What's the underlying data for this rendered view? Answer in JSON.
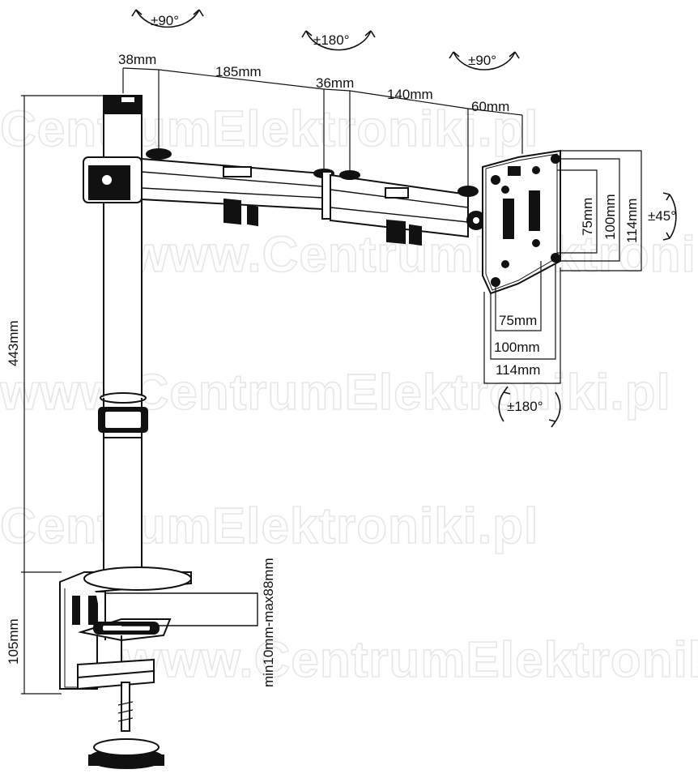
{
  "watermarks": [
    "CentrumElektroniki.pl",
    "www.CentrumElektroniki.pl",
    "www.CentrumElektroniki.pl",
    "CentrumElektroniki.pl",
    "www.CentrumElektroniki.pl"
  ],
  "rotations": {
    "pole_swivel": "±90°",
    "arm_swivel": "±180°",
    "head_swivel": "±90°",
    "tilt": "±45°",
    "rotation": "±180°"
  },
  "arm_dimensions": [
    "38mm",
    "185mm",
    "36mm",
    "140mm",
    "60mm"
  ],
  "vesa_vertical": [
    "75mm",
    "100mm",
    "114mm"
  ],
  "vesa_horizontal": [
    "75mm",
    "100mm",
    "114mm"
  ],
  "height_dimensions": {
    "pole": "443mm",
    "clamp": "105mm",
    "desk_thickness": "min10mm-max88mm"
  },
  "colors": {
    "line": "#111111",
    "watermark": "#e6e6e6"
  }
}
